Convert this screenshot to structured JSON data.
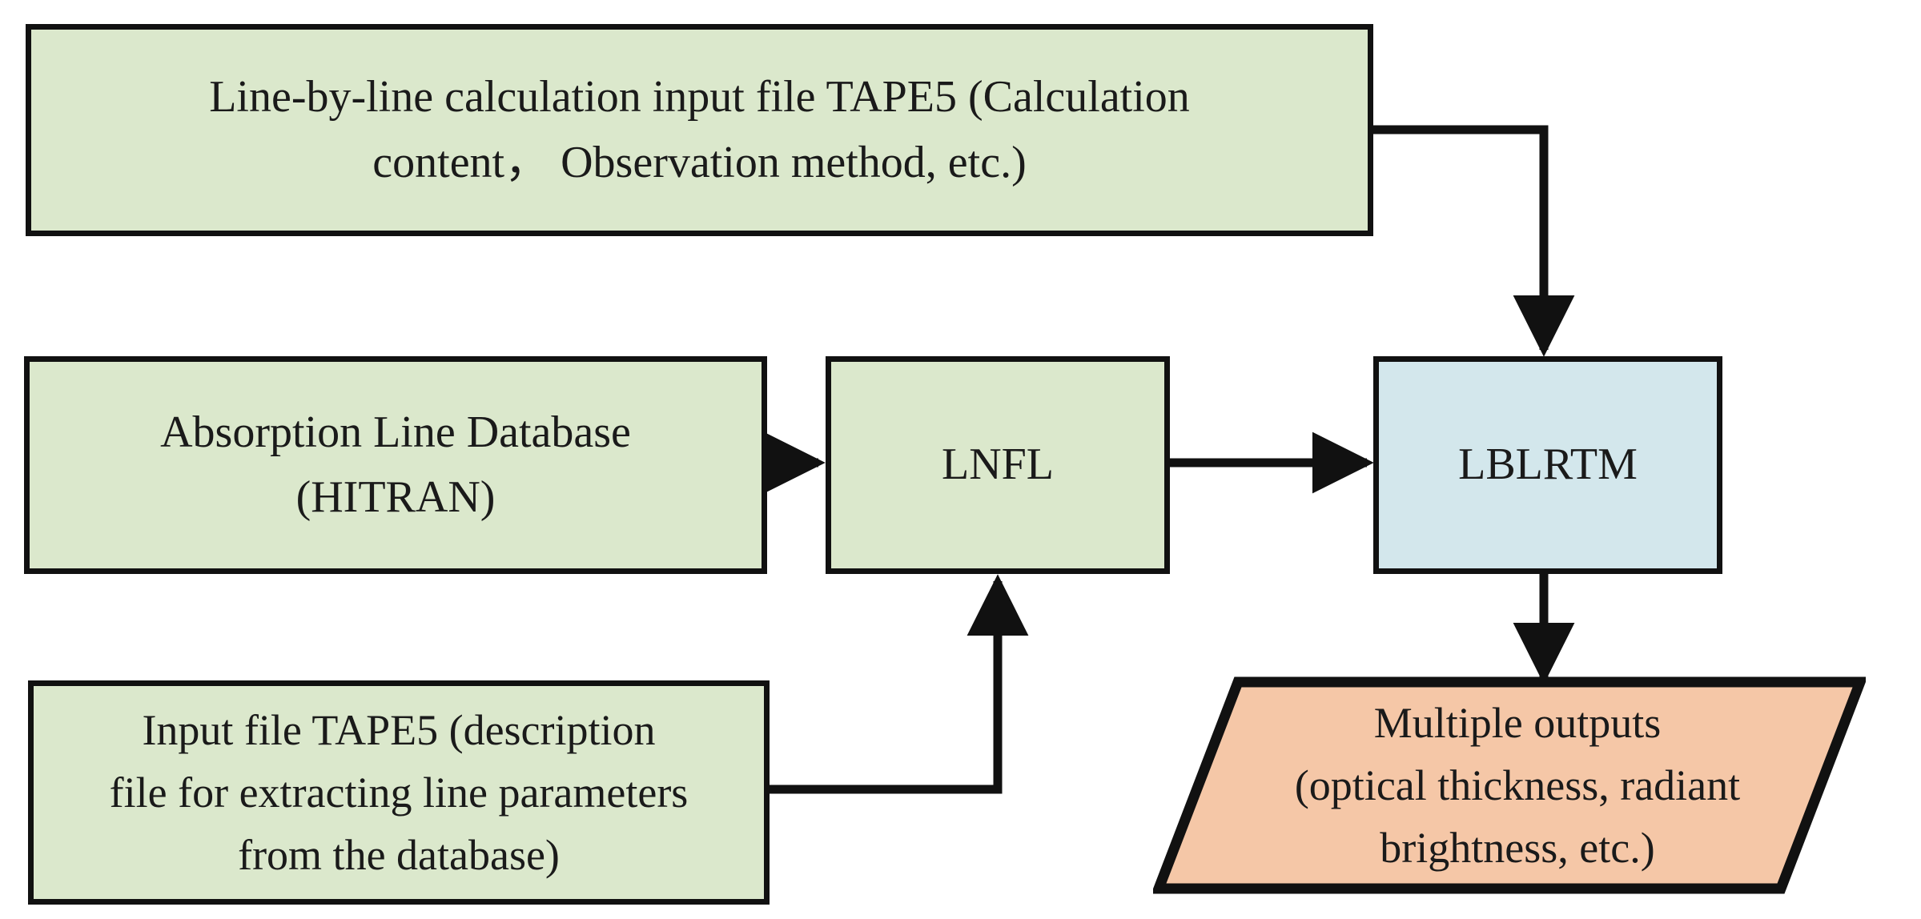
{
  "diagram": {
    "title": "LBLRTM line-by-line radiative transfer workflow",
    "type": "flowchart",
    "background_color": "#ffffff",
    "stroke_color": "#111111",
    "colors": {
      "input_green": "#dbe8cc",
      "process_blue": "#d3e7ec",
      "output_orange": "#f5c7a7",
      "border": "#111111",
      "text": "#1a1a1a"
    },
    "nodes": [
      {
        "id": "tape5-lblrtm",
        "shape": "rectangle",
        "fill": "#dbe8cc",
        "text": "Line-by-line calculation input file TAPE5 (Calculation\ncontent，  Observation method, etc.)"
      },
      {
        "id": "hitran",
        "shape": "rectangle",
        "fill": "#dbe8cc",
        "text": "Absorption Line Database\n(HITRAN)"
      },
      {
        "id": "lnfl",
        "shape": "rectangle",
        "fill": "#dbe8cc",
        "text": "LNFL"
      },
      {
        "id": "lblrtm",
        "shape": "rectangle",
        "fill": "#d3e7ec",
        "text": "LBLRTM"
      },
      {
        "id": "tape5-lnfl",
        "shape": "rectangle",
        "fill": "#dbe8cc",
        "text": "Input file TAPE5 (description\nfile for extracting line parameters\nfrom the database)"
      },
      {
        "id": "outputs",
        "shape": "parallelogram",
        "fill": "#f5c7a7",
        "text": "Multiple outputs\n(optical thickness, radiant\nbrightness, etc.)"
      }
    ],
    "edges": [
      {
        "id": "edge-tape5lblrtm-to-lblrtm",
        "from": "tape5-lblrtm",
        "to": "lblrtm",
        "style": "elbow-right-down",
        "arrowhead": "down"
      },
      {
        "id": "edge-hitran-to-lnfl",
        "from": "hitran",
        "to": "lnfl",
        "style": "straight-horizontal",
        "arrowhead": "right"
      },
      {
        "id": "edge-lnfl-to-lblrtm",
        "from": "lnfl",
        "to": "lblrtm",
        "style": "straight-horizontal",
        "arrowhead": "right"
      },
      {
        "id": "edge-tape5lnfl-to-lnfl",
        "from": "tape5-lnfl",
        "to": "lnfl",
        "style": "elbow-right-up",
        "arrowhead": "up"
      },
      {
        "id": "edge-lblrtm-to-outputs",
        "from": "lblrtm",
        "to": "outputs",
        "style": "straight-vertical",
        "arrowhead": "down"
      }
    ]
  }
}
